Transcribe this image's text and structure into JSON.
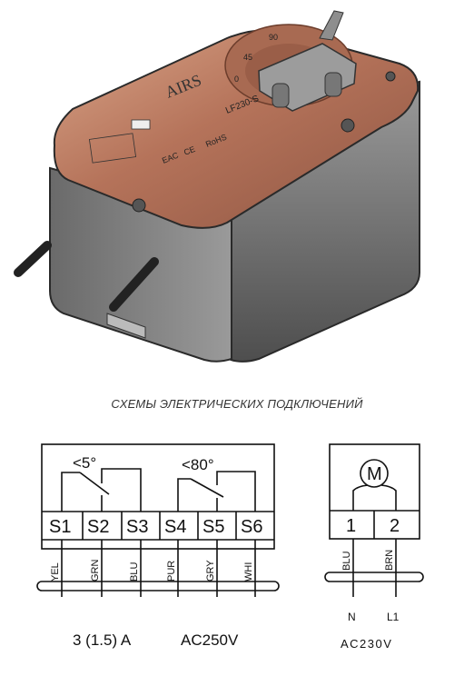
{
  "product": {
    "brand": "AIRS",
    "model": "LF230-S",
    "marks": [
      "EAC",
      "CE",
      "RoHS"
    ],
    "dial_marks": [
      "0",
      "45",
      "90"
    ]
  },
  "caption": "СХЕМЫ ЭЛЕКТРИЧЕСКИХ ПОДКЛЮЧЕНИЙ",
  "switch_diagram": {
    "angle_left": "<5°",
    "angle_right": "<80°",
    "terminals": [
      "S1",
      "S2",
      "S3",
      "S4",
      "S5",
      "S6"
    ],
    "wires": [
      "YEL",
      "GRN",
      "BLU",
      "PUR",
      "GRY",
      "WHI"
    ],
    "rating_current": "3 (1.5) A",
    "rating_voltage": "AC250V"
  },
  "motor_diagram": {
    "motor_symbol": "M",
    "terminals": [
      "1",
      "2"
    ],
    "wires": [
      "BLU",
      "BRN"
    ],
    "lines": [
      "N",
      "L1"
    ],
    "supply": "AC230V"
  },
  "colors": {
    "copper": "#b87a5e",
    "body_gray": "#6e6e6e",
    "line": "#111111"
  }
}
